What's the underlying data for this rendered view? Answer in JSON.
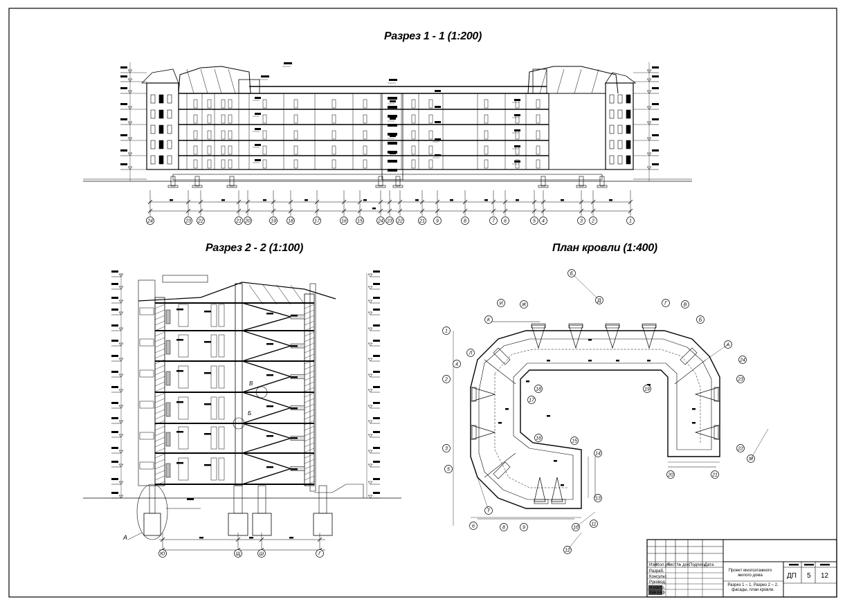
{
  "sheet": {
    "titles": {
      "section1": "Разрез 1 - 1 (1:200)",
      "section2": "Разрез 2 - 2 (1:100)",
      "roof_plan": "План кровли (1:400)"
    },
    "section1_axis_labels": [
      "24",
      "23",
      "22",
      "21",
      "20",
      "19",
      "18",
      "17",
      "16",
      "15",
      "24",
      "23",
      "22",
      "21",
      "9",
      "8",
      "7",
      "6",
      "5",
      "4",
      "3",
      "2",
      "1"
    ],
    "section2_axis_labels": [
      "Ю",
      "Щ",
      "Ш",
      "Г"
    ],
    "section2_callout": "А",
    "section2_nodes": [
      "В",
      "Б"
    ],
    "roof_axis_labels": [
      "1",
      "2",
      "3",
      "4",
      "5",
      "6",
      "7",
      "8",
      "9",
      "10",
      "11",
      "12",
      "13",
      "14",
      "15",
      "16",
      "17",
      "18",
      "19",
      "20",
      "21",
      "22",
      "23",
      "24",
      "А",
      "Б",
      "В",
      "Г",
      "Д",
      "Е",
      "Ж",
      "И",
      "К",
      "Л",
      "М"
    ]
  },
  "title_block": {
    "header_cells": [
      "Изм.",
      "Кол.уч",
      "Лист",
      "№ док.",
      "Подпись",
      "Дата"
    ],
    "role_rows": [
      "Разраб.",
      "Консульт.",
      "Руковод.",
      "Н.контр.",
      "Зав.каф."
    ],
    "project_name": "Проект многоэтажного жилого дома",
    "sheet_content": "Разрез 1 – 1, Разрез 2 – 2, фасады, план кровли.",
    "stage_label": "ДП",
    "sheet_number": "5",
    "sheets_total": "12"
  }
}
